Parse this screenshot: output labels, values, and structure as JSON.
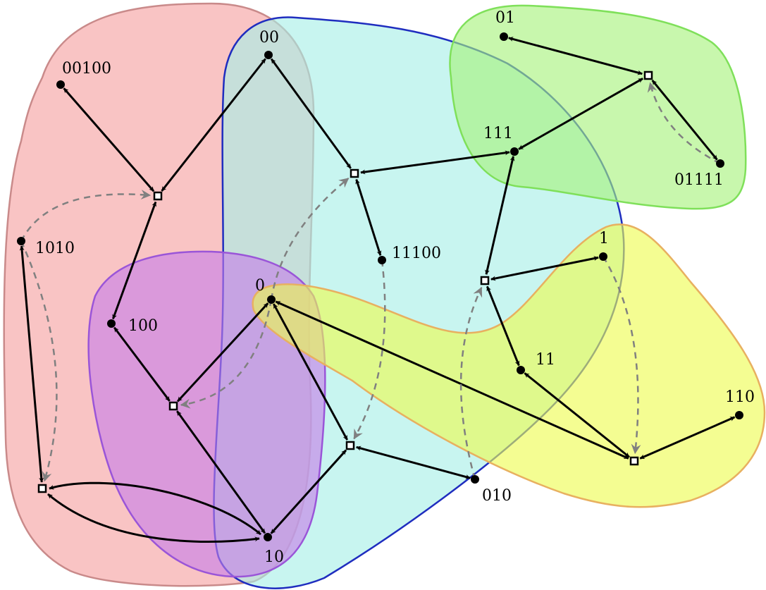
{
  "colors": {
    "region_red": "#f6a0a0",
    "region_red_stroke": "#c98a8a",
    "region_cyan": "#a6efe6",
    "region_cyan_stroke": "#1f2dbf",
    "region_green": "#a6f27a",
    "region_green_stroke": "#7fe05a",
    "region_yellow": "#eefc4f",
    "region_yellow_stroke": "#e8b060",
    "region_purple": "#c77ee8",
    "region_purple_stroke": "#9a55d8",
    "edge": "#000000",
    "dashed_edge": "#808080"
  },
  "regions": [
    {
      "id": "red"
    },
    {
      "id": "cyan"
    },
    {
      "id": "purple"
    },
    {
      "id": "green"
    },
    {
      "id": "yellow"
    }
  ],
  "nodes": [
    {
      "id": "n00",
      "label": "00"
    },
    {
      "id": "n00100",
      "label": "00100"
    },
    {
      "id": "n01",
      "label": "01"
    },
    {
      "id": "n111",
      "label": "111"
    },
    {
      "id": "n01111",
      "label": "01111"
    },
    {
      "id": "n1010",
      "label": "1010"
    },
    {
      "id": "n11100",
      "label": "11100"
    },
    {
      "id": "n1",
      "label": "1"
    },
    {
      "id": "n0",
      "label": "0"
    },
    {
      "id": "n100",
      "label": "100"
    },
    {
      "id": "n11",
      "label": "11"
    },
    {
      "id": "n110",
      "label": "110"
    },
    {
      "id": "n010",
      "label": "010"
    },
    {
      "id": "n10",
      "label": "10"
    }
  ],
  "hubs": [
    {
      "id": "h_red_top"
    },
    {
      "id": "h_mid_top"
    },
    {
      "id": "h_green"
    },
    {
      "id": "h_mid_right"
    },
    {
      "id": "h_purple"
    },
    {
      "id": "h_bottom_mid"
    },
    {
      "id": "h_yellow"
    },
    {
      "id": "h_red_bottom"
    }
  ],
  "solid_edges": [
    {
      "a": "n00",
      "b": "h_red_top"
    },
    {
      "a": "n00100",
      "b": "h_red_top"
    },
    {
      "a": "n100",
      "b": "h_red_top"
    },
    {
      "a": "n00",
      "b": "h_mid_top"
    },
    {
      "a": "n111",
      "b": "h_mid_top"
    },
    {
      "a": "n11100",
      "b": "h_mid_top"
    },
    {
      "a": "n01",
      "b": "h_green"
    },
    {
      "a": "n111",
      "b": "h_green"
    },
    {
      "a": "n01111",
      "b": "h_green"
    },
    {
      "a": "n111",
      "b": "h_mid_right"
    },
    {
      "a": "n1",
      "b": "h_mid_right"
    },
    {
      "a": "n11",
      "b": "h_mid_right"
    },
    {
      "a": "n100",
      "b": "h_purple"
    },
    {
      "a": "n0",
      "b": "h_purple"
    },
    {
      "a": "n10",
      "b": "h_purple"
    },
    {
      "a": "n0",
      "b": "h_bottom_mid"
    },
    {
      "a": "n10",
      "b": "h_bottom_mid"
    },
    {
      "a": "n010",
      "b": "h_bottom_mid"
    },
    {
      "a": "n0",
      "b": "h_yellow"
    },
    {
      "a": "n11",
      "b": "h_yellow"
    },
    {
      "a": "n110",
      "b": "h_yellow"
    },
    {
      "a": "n1010",
      "b": "h_red_bottom"
    },
    {
      "a": "n10",
      "b": "h_red_bottom"
    }
  ],
  "dashed_edges": [
    {
      "from": "n1010",
      "to": "h_red_top"
    },
    {
      "from": "n1010",
      "to": "h_red_bottom"
    },
    {
      "from": "n0",
      "to": "h_mid_top"
    },
    {
      "from": "n0",
      "to": "h_purple"
    },
    {
      "from": "n01111",
      "to": "h_green"
    },
    {
      "from": "n11100",
      "to": "h_bottom_mid"
    },
    {
      "from": "n010",
      "to": "h_mid_right"
    },
    {
      "from": "n1",
      "to": "h_yellow"
    }
  ]
}
